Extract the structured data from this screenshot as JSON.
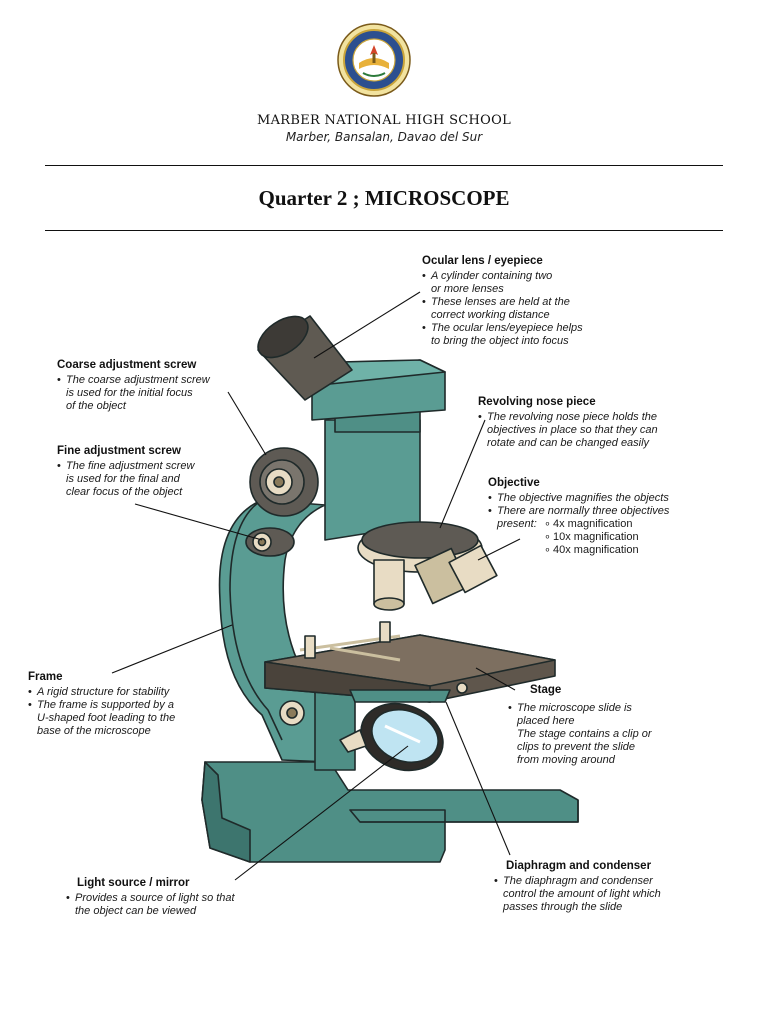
{
  "header": {
    "school_name": "MARBER NATIONAL HIGH SCHOOL",
    "school_address": "Marber, Bansalan, Davao del Sur",
    "title": "Quarter 2 ; MICROSCOPE"
  },
  "parts": {
    "ocular": {
      "name": "Ocular lens / eyepiece",
      "lines": [
        "A cylinder containing two",
        "or more lenses",
        "These lenses are held at the",
        "correct working distance",
        "The ocular lens/eyepiece helps",
        "to bring the object into focus"
      ]
    },
    "coarse": {
      "name": "Coarse adjustment screw",
      "lines": [
        "The coarse adjustment screw",
        "is used for the initial focus",
        "of the object"
      ]
    },
    "revolving": {
      "name": "Revolving nose piece",
      "lines": [
        "The revolving nose piece holds the",
        "objectives in place so that they can",
        "rotate and can be changed easily"
      ]
    },
    "fine": {
      "name": "Fine adjustment screw",
      "lines": [
        "The fine adjustment screw",
        "is used for the final and",
        "clear focus of the object"
      ]
    },
    "objective": {
      "name": "Objective",
      "lines": [
        "The objective magnifies the objects",
        "There are normally three objectives",
        "present:"
      ],
      "magnifications": [
        "4x magnification",
        "10x magnification",
        "40x magnification"
      ]
    },
    "frame": {
      "name": "Frame",
      "lines": [
        "A rigid structure for stability",
        "The frame is supported by a",
        "U-shaped foot leading to the",
        "base of the microscope"
      ]
    },
    "stage": {
      "name": "Stage",
      "lines": [
        "The microscope slide is",
        "placed here",
        "The stage contains a clip or",
        "clips to prevent the slide",
        "from moving around"
      ]
    },
    "diaphragm": {
      "name": "Diaphragm and condenser",
      "lines": [
        "The diaphragm and condenser",
        "control the amount of light which",
        "passes through the slide"
      ]
    },
    "light": {
      "name": "Light source / mirror",
      "lines": [
        "Provides a source of light so that",
        "the object can be viewed"
      ]
    }
  }
}
